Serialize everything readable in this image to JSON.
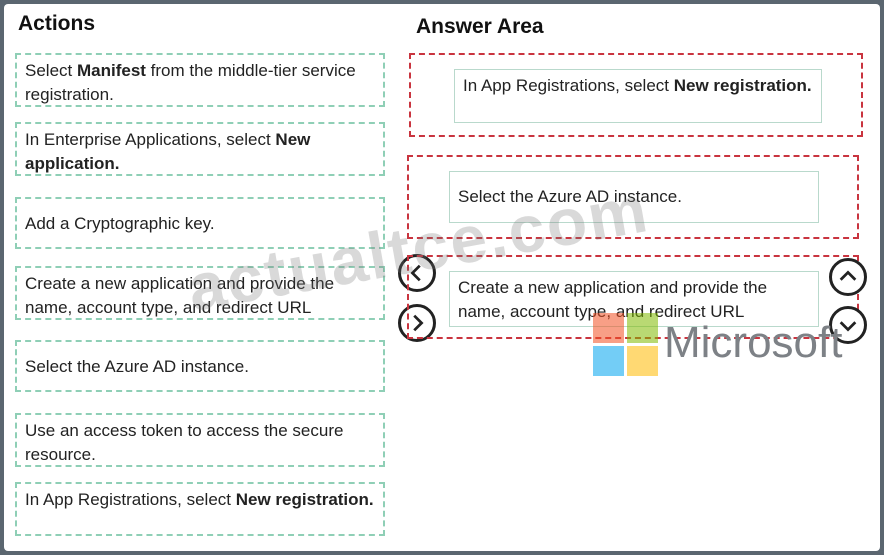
{
  "actions_heading": "Actions",
  "answer_heading": "Answer Area",
  "actions": [
    {
      "pre": "Select ",
      "bold": "Manifest",
      "post": " from the middle-tier service registration."
    },
    {
      "pre": "In Enterprise Applications, select ",
      "bold": "New application.",
      "post": ""
    },
    {
      "pre": "Add a Cryptographic key.",
      "bold": "",
      "post": ""
    },
    {
      "pre": "Create a new application and provide the name, account type, and redirect URL",
      "bold": "",
      "post": ""
    },
    {
      "pre": "Select the Azure AD instance.",
      "bold": "",
      "post": ""
    },
    {
      "pre": "Use an access token to access the secure resource.",
      "bold": "",
      "post": ""
    },
    {
      "pre": "In App Registrations, select ",
      "bold": "New registration.",
      "post": ""
    }
  ],
  "answers": [
    {
      "pre": "In App Registrations, select ",
      "bold": "New registration.",
      "post": ""
    },
    {
      "pre": "Select the Azure AD instance.",
      "bold": "",
      "post": ""
    },
    {
      "pre": "Create a new application and provide the name, account type, and redirect URL",
      "bold": "",
      "post": ""
    }
  ],
  "watermark": "actualtce.com",
  "brand": "Microsoft",
  "colors": {
    "action_border": "#8fcfb6",
    "slot_border": "#c9343f",
    "ms_red": "#f25022",
    "ms_green": "#7fba00",
    "ms_blue": "#00a4ef",
    "ms_yellow": "#ffb900"
  },
  "icons": {
    "move_left": "chevron-left-icon",
    "move_right": "chevron-right-icon",
    "move_up": "chevron-up-icon",
    "move_down": "chevron-down-icon"
  }
}
